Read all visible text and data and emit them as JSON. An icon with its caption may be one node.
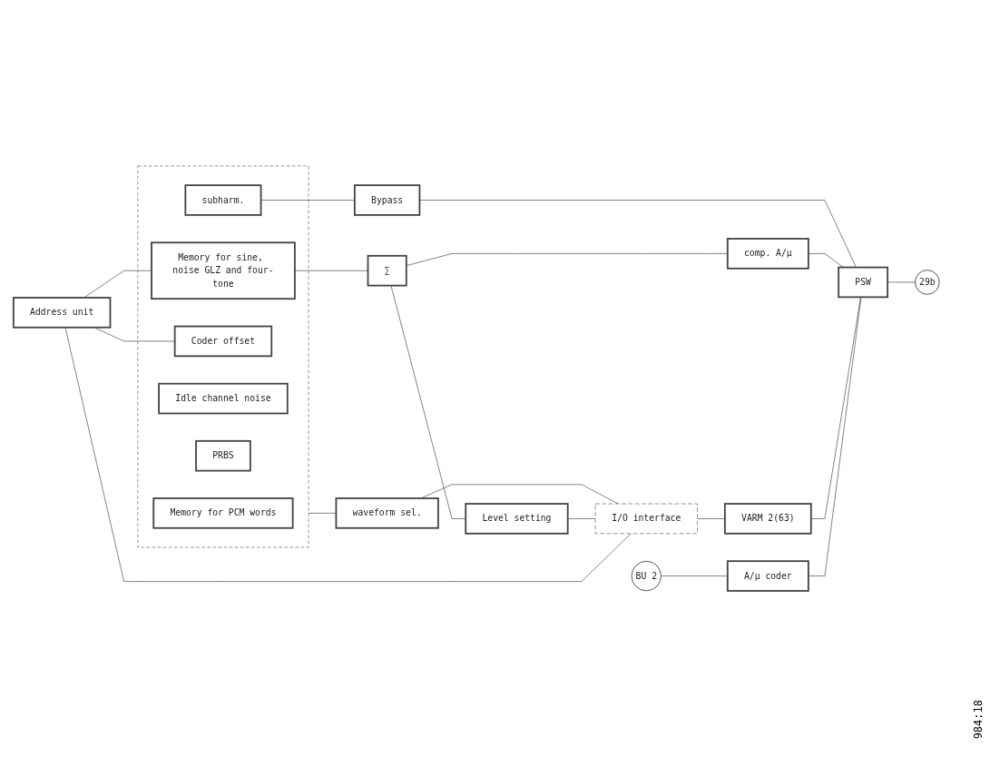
{
  "diagram": {
    "nodes": [
      {
        "text": [
          "Address unit"
        ]
      },
      {
        "text": [],
        "shape": "box"
      },
      {
        "text": [
          "Memory for PCM words"
        ],
        "in": 1
      },
      {
        "text": [
          "subharm."
        ],
        "in": 1
      },
      {
        "text": [
          "Coder offset"
        ],
        "in": 1
      },
      {
        "text": [
          "Idle channel noise"
        ],
        "in": 1
      },
      {
        "text": [
          "PRBS"
        ],
        "in": 1
      },
      {
        "text": [
          "Memory for sine, noise GLZ and four-tone"
        ],
        "in": 1
      },
      {
        "text": [
          "∑"
        ]
      },
      {
        "text": [
          "Bypass"
        ]
      },
      {
        "text": [
          "comp. A/μ"
        ]
      },
      {
        "text": [
          "VARM 2(63)"
        ]
      },
      {
        "text": [
          "PSW"
        ]
      },
      {
        "text": [
          "A/μ coder"
        ]
      },
      {
        "text": [
          "waveform sel."
        ]
      },
      {
        "text": [
          "Level setting"
        ]
      },
      {
        "text": [
          "I/O interface"
        ]
      },
      {
        "text": [
          "29b"
        ]
      },
      {
        "text": [
          "BU 2"
        ]
      }
    ],
    "edges": [
      {
        "from": 0,
        "to": 4,
        "arrow": "none"
      },
      {
        "from": 0,
        "to": 7,
        "arrow": "none"
      },
      {
        "from": 3,
        "to": 9,
        "arrow": "none"
      },
      {
        "from": 7,
        "to": 8,
        "arrow": "none"
      },
      {
        "from": 8,
        "to": 10,
        "arrow": "none"
      },
      {
        "from": 9,
        "to": 12,
        "arrow": "none"
      },
      {
        "from": 10,
        "to": 12,
        "arrow": "none"
      },
      {
        "from": 11,
        "to": 12,
        "arrow": "none"
      },
      {
        "from": 13,
        "to": 12,
        "arrow": "none"
      },
      {
        "from": 12,
        "to": 17,
        "arrow": "none"
      },
      {
        "from": 1,
        "to": 14,
        "arrow": "none"
      },
      {
        "from": 14,
        "to": 16,
        "arrow": "none"
      },
      {
        "from": 8,
        "to": 15,
        "arrow": "none"
      },
      {
        "from": 15,
        "to": 16,
        "arrow": "none"
      },
      {
        "from": 0,
        "to": 16,
        "arrow": "none"
      },
      {
        "from": 16,
        "to": 11,
        "arrow": "none"
      },
      {
        "from": 18,
        "to": 13,
        "arrow": "none"
      }
    ],
    "labels": [
      "984:18"
    ]
  }
}
